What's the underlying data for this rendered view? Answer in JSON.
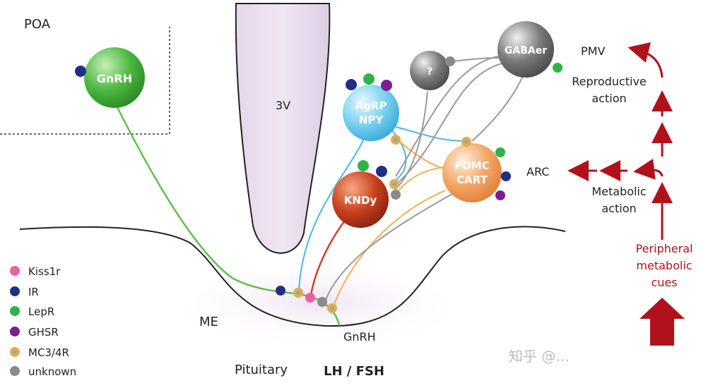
{
  "regions": {
    "poa": "POA",
    "third_ventricle": "3V",
    "median_eminence": "ME",
    "pituitary": "Pituitary",
    "lh_fsh": "LH / FSH"
  },
  "neurons": {
    "gnrh": "GnRH",
    "agrp_line1": "AgRP",
    "agrp_line2": "NPY",
    "kndy": "KNDy",
    "pomc_line1": "POMC",
    "pomc_line2": "CART",
    "unknown_cell": "?",
    "gabaer": "GABAer"
  },
  "terminal_label": "GnRH",
  "pathway": {
    "pmv": "PMV",
    "reproductive_line1": "Reproductive",
    "reproductive_line2": "action",
    "arc": "ARC",
    "metabolic_line1": "Metabolic",
    "metabolic_line2": "action",
    "peripheral_line1": "Peripheral",
    "peripheral_line2": "metabolic",
    "peripheral_line3": "cues"
  },
  "legend": [
    {
      "label": "Kiss1r",
      "color": "#ee5fa0"
    },
    {
      "label": "IR",
      "color": "#1f2f86"
    },
    {
      "label": "LepR",
      "color": "#2fb348"
    },
    {
      "label": "GHSR",
      "color": "#7a1f8e"
    },
    {
      "label": "MC3/4R",
      "color": "#e8a848"
    },
    {
      "label": "unknown",
      "color": "#8a8a8a"
    }
  ],
  "colors": {
    "gnrh": "#4cb840",
    "agrp": "#7ad3f0",
    "kndy": "#c9421f",
    "pomc": "#f5a768",
    "gray_cell": "#7a7a7a",
    "pathway_red": "#b0121b"
  },
  "watermark": "知乎 @..."
}
